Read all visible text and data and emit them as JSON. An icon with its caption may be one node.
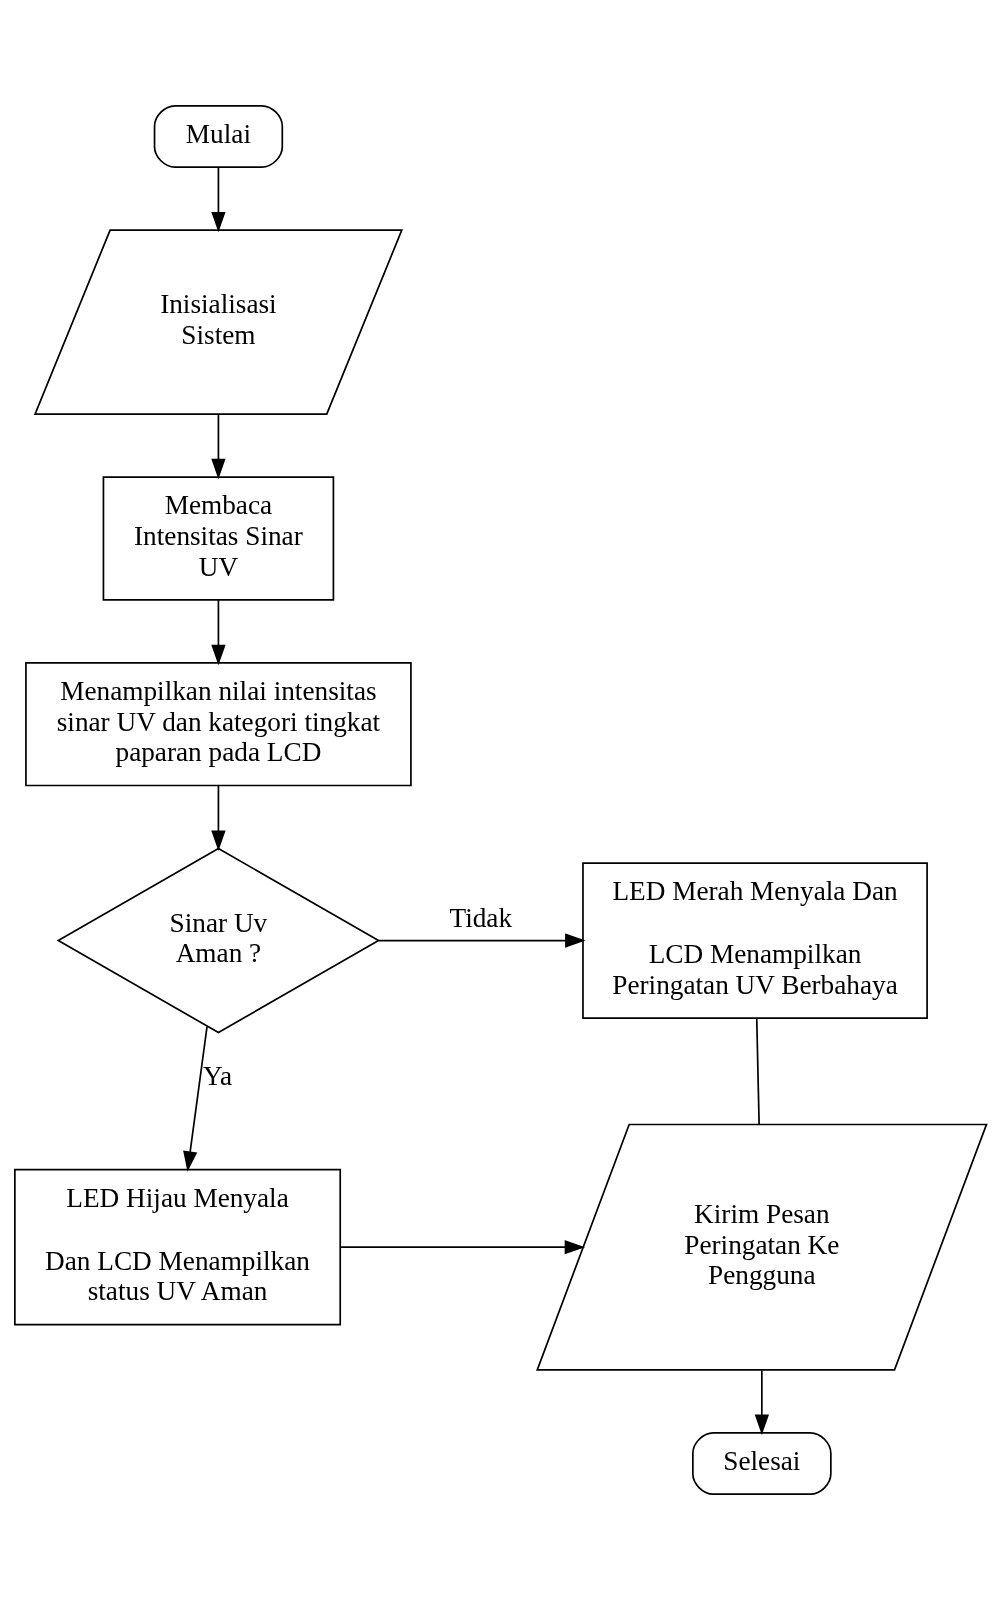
{
  "diagram": {
    "nodes": [
      {
        "text": [
          "Mulai"
        ]
      },
      {
        "text": [
          "Inisialisasi Sistem"
        ]
      },
      {
        "text": [
          "Membaca Intensitas Sinar UV"
        ]
      },
      {
        "text": [
          "Menampilkan nilai intensitas sinar UV dan kategori tingkat paparan pada LCD"
        ]
      },
      {
        "text": [
          "Sinar Uv Aman ?"
        ]
      },
      {
        "text": [
          "LED Merah Menyala Dan",
          "LCD Menampilkan Peringatan UV Berbahaya"
        ]
      },
      {
        "text": [
          "LED Hijau Menyala",
          "Dan LCD Menampilkan status UV Aman"
        ]
      },
      {
        "text": [
          "Kirim Pesan Peringatan Ke Pengguna"
        ]
      },
      {
        "text": [
          "Selesai"
        ]
      }
    ],
    "edges": [
      {
        "from": 0,
        "to": 1,
        "arrow": "to"
      },
      {
        "from": 1,
        "to": 2,
        "arrow": "to"
      },
      {
        "from": 2,
        "to": 3,
        "arrow": "to"
      },
      {
        "from": 3,
        "to": 4,
        "arrow": "to"
      },
      {
        "from": 4,
        "to": 5,
        "arrow": "to",
        "label": "Tidak"
      },
      {
        "from": 4,
        "to": 6,
        "arrow": "to",
        "label": "Ya"
      },
      {
        "from": 6,
        "to": 7,
        "arrow": "to"
      },
      {
        "from": 5,
        "to": 7,
        "arrow": "none"
      },
      {
        "from": 7,
        "to": 8,
        "arrow": "to"
      }
    ]
  }
}
